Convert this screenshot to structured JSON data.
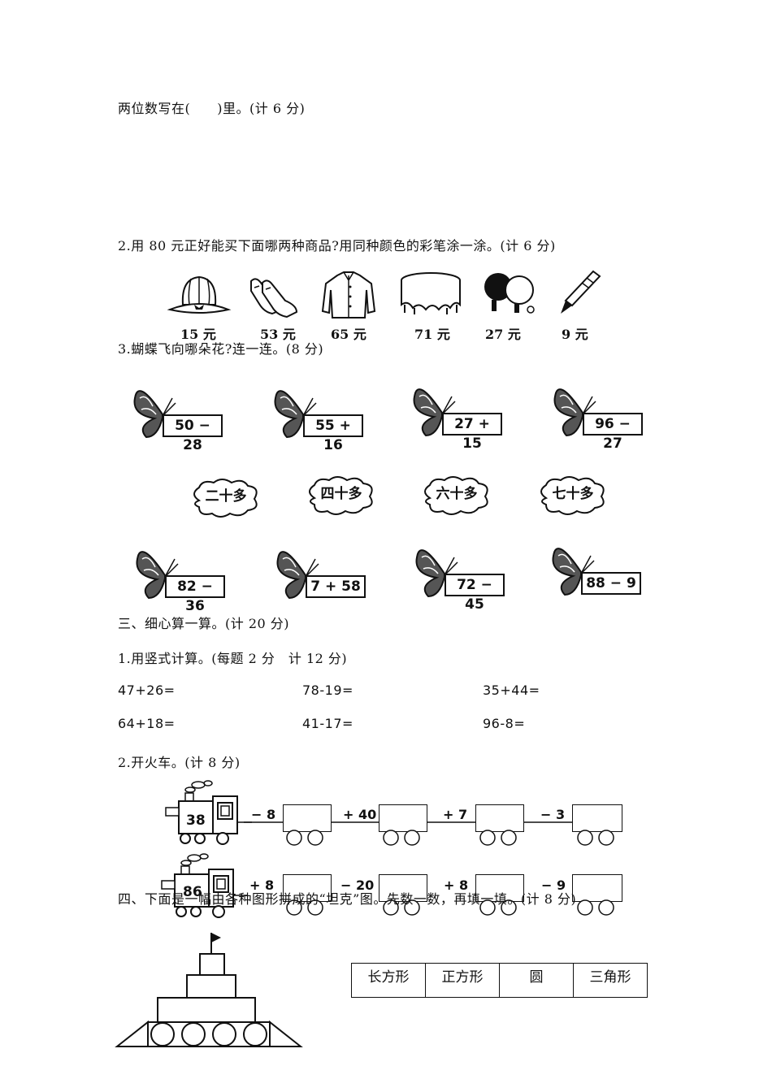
{
  "lines": {
    "q1_tail": "两位数写在(　　)里。(计 6 分)",
    "q2": "2.用 80 元正好能买下面哪两种商品?用同种颜色的彩笔涂一涂。(计 6 分)",
    "q3": "3.蝴蝶飞向哪朵花?连一连。(8 分)",
    "sec3": "三、细心算一算。(计 20 分)",
    "sec3_q1": "1.用竖式计算。(每题 2 分　计 12 分)",
    "sec3_q2": "2.开火车。(计 8 分)",
    "sec4": "四、下面是一幅由各种图形拼成的“坦克”图。先数一数，再填一填。(计 8 分)"
  },
  "goods": [
    {
      "name": "hat",
      "price": "15 元"
    },
    {
      "name": "shoes",
      "price": "53 元"
    },
    {
      "name": "shirt",
      "price": "65 元"
    },
    {
      "name": "table",
      "price": "71 元"
    },
    {
      "name": "paddles",
      "price": "27 元"
    },
    {
      "name": "pen",
      "price": "9 元"
    }
  ],
  "butterflies_top": [
    "50 − 28",
    "55 + 16",
    "27 + 15",
    "96 − 27"
  ],
  "flowers": [
    "二十多",
    "四十多",
    "六十多",
    "七十多"
  ],
  "butterflies_bottom": [
    "82 − 36",
    "7 + 58",
    "72 − 45",
    "88 − 9"
  ],
  "calc": [
    "47+26=",
    "78-19=",
    "35+44=",
    "64+18=",
    "41-17=",
    "96-8="
  ],
  "train1": {
    "start": "38",
    "ops": [
      "− 8",
      "+ 40",
      "+ 7",
      "− 3"
    ]
  },
  "train2": {
    "start": "86",
    "ops": [
      "+ 8",
      "− 20",
      "+ 8",
      "− 9"
    ]
  },
  "table_headers": [
    "长方形",
    "正方形",
    "圆",
    "三角形"
  ]
}
